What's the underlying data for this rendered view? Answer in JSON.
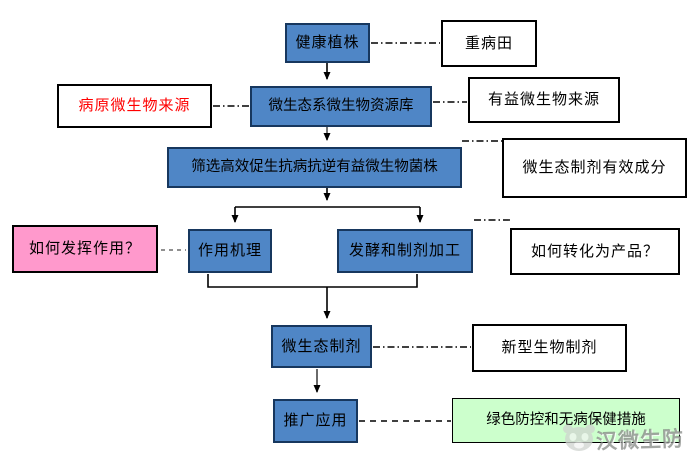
{
  "diagram": {
    "nodes": {
      "healthy_plant": {
        "label": "健康植株"
      },
      "diseased_field": {
        "label": "重病田"
      },
      "pathogen_source": {
        "label": "病原微生物来源"
      },
      "resource_bank": {
        "label": "微生态系微生物资源库"
      },
      "beneficial_source": {
        "label": "有益微生物来源"
      },
      "screening": {
        "label": "筛选高效促生抗病抗逆有益微生物菌株"
      },
      "active_ingredient": {
        "label": "微生态制剂有效成分"
      },
      "how_work": {
        "label": "如何发挥作用？"
      },
      "mechanism": {
        "label": "作用机理"
      },
      "fermentation": {
        "label": "发酵和制剂加工"
      },
      "how_product": {
        "label": "如何转化为产品？"
      },
      "preparation": {
        "label": "微生态制剂"
      },
      "new_biologics": {
        "label": "新型生物制剂"
      },
      "promotion": {
        "label": "推广应用"
      },
      "green_control": {
        "label": "绿色防控和无病保健措施"
      }
    },
    "watermark": {
      "text": "汉微生防"
    },
    "colors": {
      "node_blue": "#4F86C6",
      "node_blue_border": "#17375E",
      "node_pink": "#FF99CC",
      "node_green": "#CCFFCC",
      "pathogen_text_red": "#FF0000",
      "connector_black": "#000000",
      "connector_gray": "#808080",
      "watermark_gray": "#7D827D"
    }
  }
}
